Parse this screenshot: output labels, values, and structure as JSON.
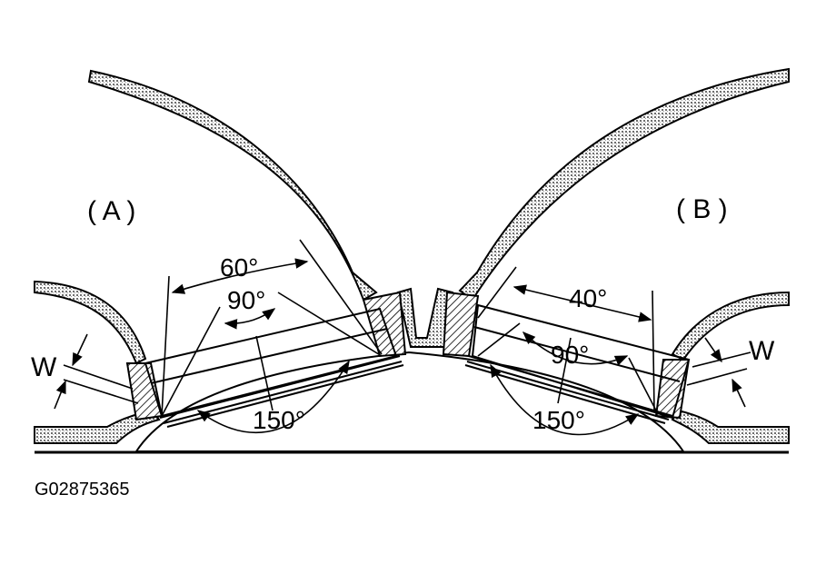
{
  "labels": {
    "view_a": "( A )",
    "view_b": "( B )",
    "width_a": "W",
    "width_b": "W",
    "angle_a_60": "60°",
    "angle_a_90": "90°",
    "angle_a_150": "150°",
    "angle_b_40": "40°",
    "angle_b_90": "90°",
    "angle_b_150": "150°"
  },
  "figure_code": "G02875365",
  "colors": {
    "ink": "#000000",
    "stipple": "#8c8c8c",
    "paper": "#ffffff"
  }
}
